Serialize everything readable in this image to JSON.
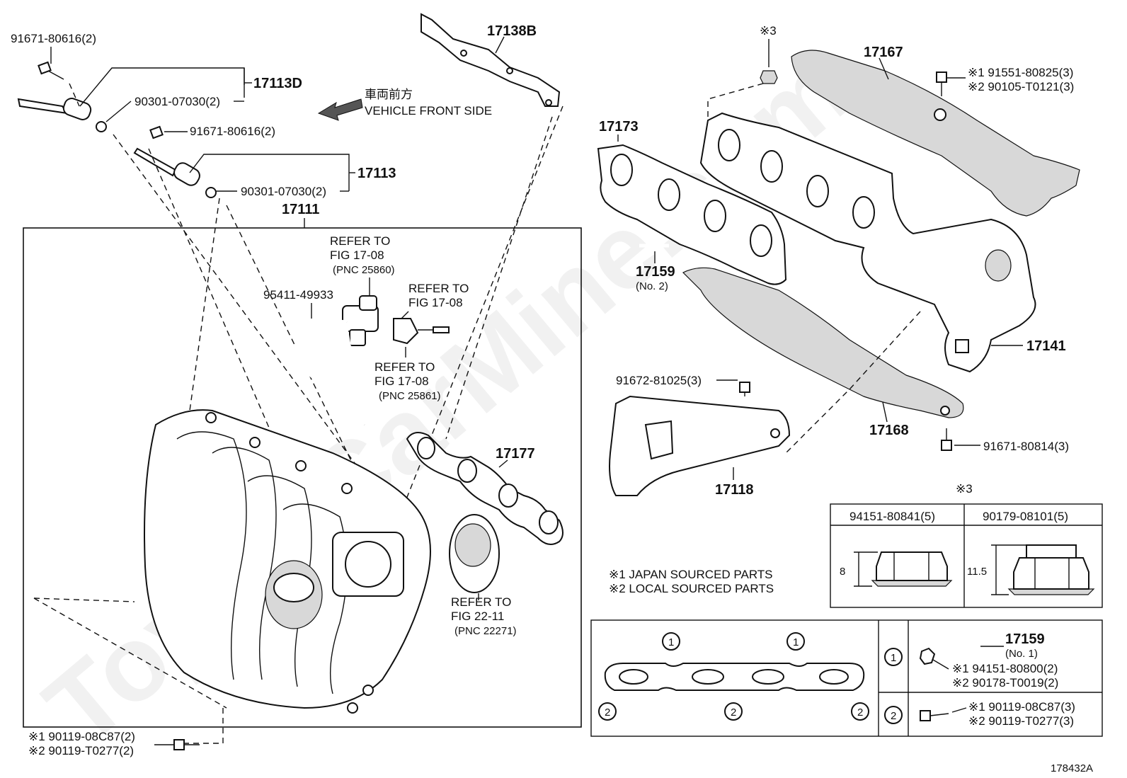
{
  "labels": {
    "p91671_80616_top": "91671-80616(2)",
    "p17113D": "17113D",
    "p90301_07030_a": "90301-07030(2)",
    "p91671_80616_mid": "91671-80616(2)",
    "p17113": "17113",
    "p90301_07030_b": "90301-07030(2)",
    "p17111": "17111",
    "p17138B": "17138B",
    "front_jp": "車両前方",
    "front_en": "VEHICLE FRONT SIDE",
    "refer_a_1": "REFER TO",
    "refer_a_2": "FIG 17-08",
    "refer_a_3": "(PNC 25860)",
    "p95411_49933": "95411-49933",
    "refer_b_1": "REFER TO",
    "refer_b_2": "FIG 17-08",
    "refer_c_1": "REFER TO",
    "refer_c_2": "FIG 17-08",
    "refer_c_3": "(PNC 25861)",
    "p17177": "17177",
    "refer_d_1": "REFER TO",
    "refer_d_2": "FIG 22-11",
    "refer_d_3": "(PNC 22271)",
    "bot_ref1": "※1 90119-08C87(2)",
    "bot_ref2": "※2 90119-T0277(2)",
    "note3_a": "※3",
    "p17167": "17167",
    "p91551_80825": "※1 91551-80825(3)",
    "p90105_T0121": "※2 90105-T0121(3)",
    "p17173": "17173",
    "p17159_no2": "17159",
    "p17159_no2_sub": "(No. 2)",
    "p17141": "17141",
    "p91672_81025": "91672-81025(3)",
    "p17168": "17168",
    "p91671_80814": "91671-80814(3)",
    "p17118": "17118",
    "note3_b": "※3",
    "legend1": "※1 JAPAN SOURCED PARTS",
    "legend2": "※2 LOCAL SOURCED PARTS",
    "diagram_id": "178432A"
  },
  "nut_table": {
    "col1": "94151-80841(5)",
    "col2": "90179-08101(5)",
    "dim1": "8",
    "dim2": "11.5"
  },
  "gasket_table": {
    "circle1": "1",
    "circle2": "2",
    "p17159_no1": "17159",
    "p17159_no1_sub": "(No. 1)",
    "r1a": "※1 94151-80800(2)",
    "r1b": "※2 90178-T0019(2)",
    "r2a": "※1 90119-08C87(3)",
    "r2b": "※2 90119-T0277(3)"
  },
  "watermark": "ToyotaCarMine.com"
}
